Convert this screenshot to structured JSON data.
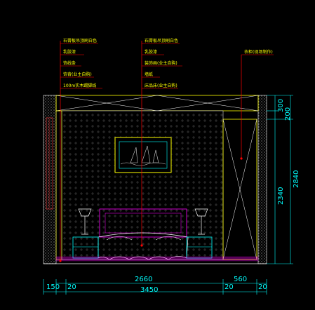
{
  "annotations": {
    "left": [
      "石膏板吊顶刷白色",
      "乳胶漆",
      "饰线条",
      "饰背(业主自购)",
      "100m实木踢脚线"
    ],
    "middle": [
      "石膏板吊顶刷白色",
      "乳胶漆",
      "装饰画(业主自购)",
      "墙纸",
      "床品床(业主自购)"
    ],
    "right": "衣柜(现场制作)"
  },
  "dimensions": {
    "vertical": [
      "300",
      "200",
      "2340",
      "2840"
    ],
    "horizontal_upper": [
      "2660",
      "560"
    ],
    "horizontal_lower": [
      "150",
      "20",
      "3450",
      "20",
      "20"
    ]
  },
  "colors": {
    "background": "#000000",
    "wall_outline": "#ffff00",
    "leader": "#ff0000",
    "dimension": "#00ffff",
    "bed": "#ff00ff",
    "wallpaper": "#2a2a2a"
  }
}
